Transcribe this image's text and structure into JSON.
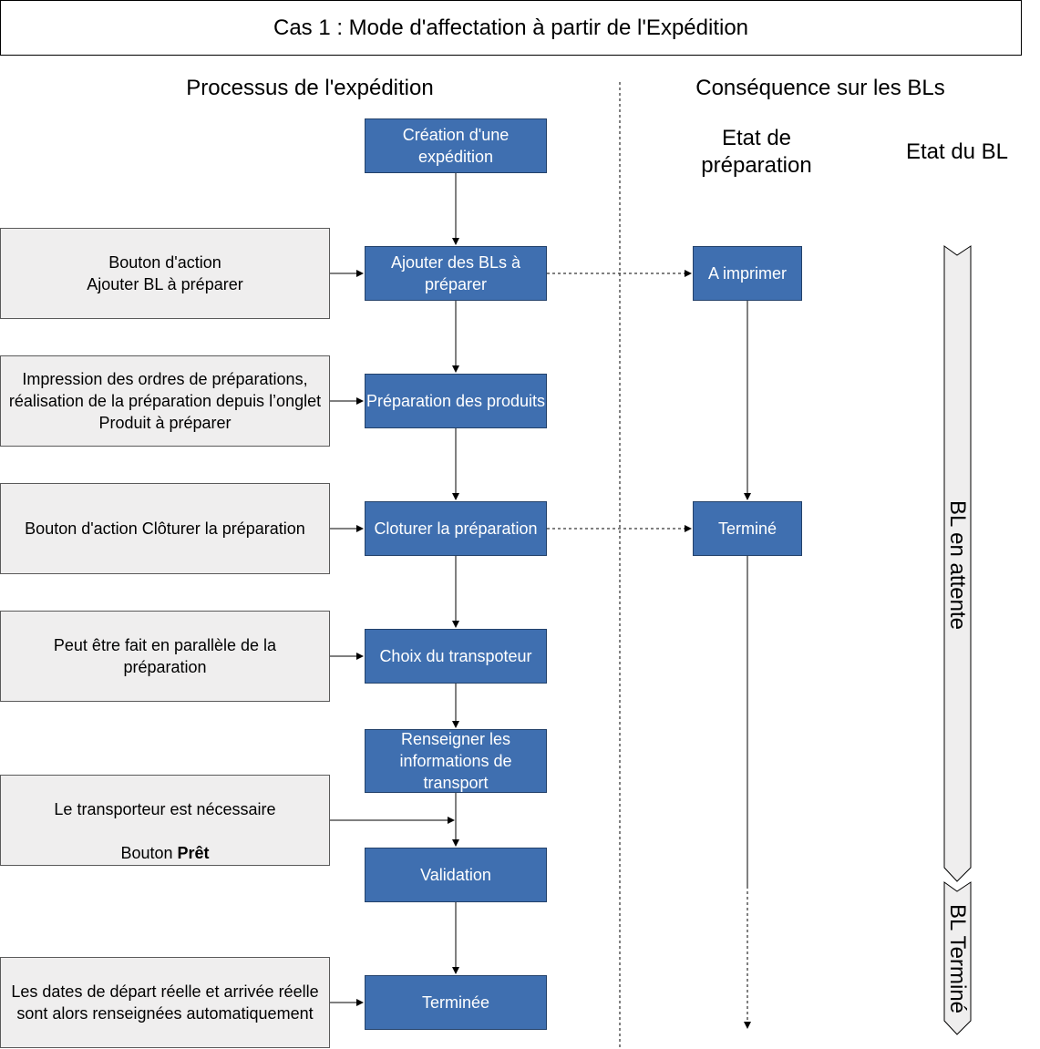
{
  "title": "Cas 1 : Mode d'affectation à partir de l'Expédition",
  "headers": {
    "process": "Processus de l'expédition",
    "consequence": "Conséquence sur les BLs",
    "prep_state": "Etat de\npréparation",
    "bl_state": "Etat du BL"
  },
  "process_steps": [
    "Création d'une expédition",
    "Ajouter des BLs à préparer",
    "Préparation des produits",
    "Cloturer la préparation",
    "Choix du transpoteur",
    "Renseigner les informations de transport",
    "Validation",
    "Terminée"
  ],
  "notes": {
    "add_bl": "Bouton d'action\nAjouter BL à préparer",
    "print_orders": "Impression des ordres de préparations, réalisation de la préparation depuis l’onglet Produit à préparer",
    "close_prep": "Bouton d'action Clôturer la préparation",
    "parallel": "Peut être fait en parallèle de la préparation",
    "carrier_required": "Le transporteur est nécessaire",
    "button_prefix": "Bouton ",
    "button_bold": "Prêt",
    "dates": "Les dates de départ réelle et arrivée réelle sont alors renseignées automatiquement"
  },
  "prep_states": {
    "to_print": "A imprimer",
    "done": "Terminé"
  },
  "bl_states": {
    "waiting": "BL en attente",
    "done": "BL Terminé"
  },
  "colors": {
    "process_box": "#3f6fb0",
    "note_box": "#efeeee",
    "band": "#efeeee"
  }
}
